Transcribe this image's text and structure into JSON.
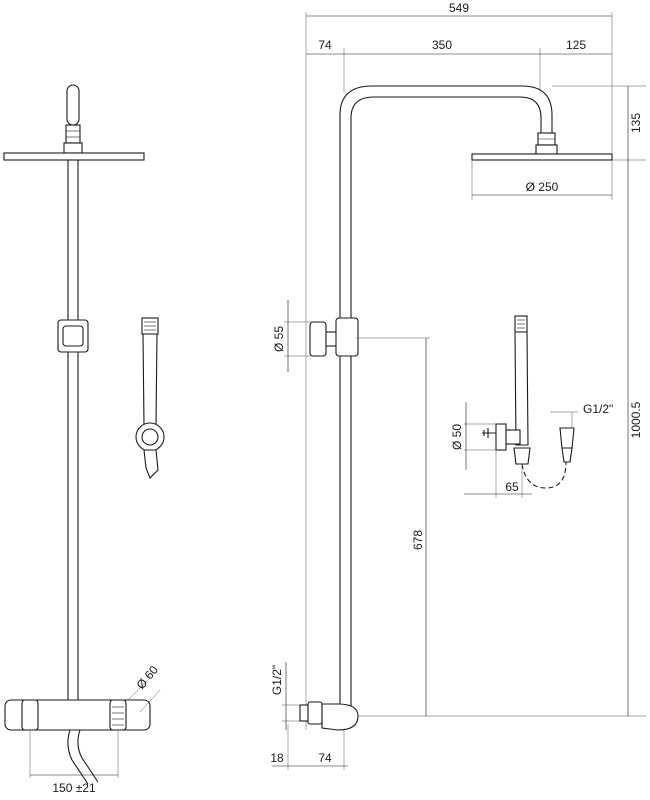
{
  "dimensions": {
    "total_width": "549",
    "wall_offset_top": "74",
    "arm_length": "350",
    "head_offset": "125",
    "arm_height": "135",
    "head_diameter": "Ø 250",
    "bracket_diameter": "Ø 55",
    "bar_height": "678",
    "overall_height": "1000.5",
    "holder_diameter": "Ø 50",
    "holder_depth": "65",
    "hose_thread": "G1/2\"",
    "inlet_thread": "G1/2\"",
    "wall_offset_bottom": "18",
    "mixer_depth": "74",
    "mixer_centres": "150 ±21",
    "valve_diameter": "Ø 60"
  }
}
